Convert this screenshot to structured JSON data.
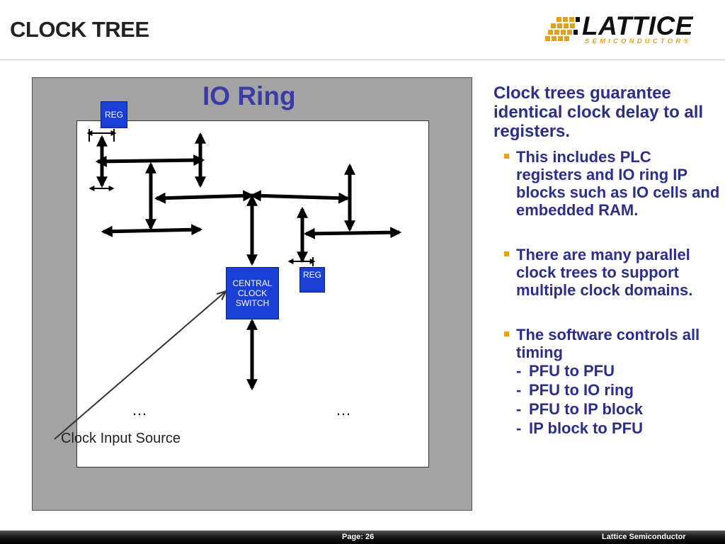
{
  "slide": {
    "title": "CLOCK TREE"
  },
  "logo": {
    "word": "LATTICE",
    "sub": "SEMICONDUCTOR®"
  },
  "diagram": {
    "io_ring_label": "IO Ring",
    "reg_top_label": "REG",
    "reg_right_label": "REG",
    "central_switch_lines": [
      "CENTRAL",
      "CLOCK",
      "SWITCH"
    ],
    "dots_left": "…",
    "dots_right": "…",
    "clock_input_label": "Clock Input Source"
  },
  "panel": {
    "heading": "Clock trees guarantee identical clock delay to all registers.",
    "bullets": [
      "This includes PLC registers and IO ring IP blocks such as IO cells and embedded RAM.",
      "There are many parallel clock trees to support multiple clock domains.",
      "The software controls all timing"
    ],
    "sub_items": [
      "PFU to PFU",
      "PFU to IO ring",
      "PFU to IP block",
      "IP block to PFU"
    ],
    "dash": "-"
  },
  "footer": {
    "page": "Page: 26",
    "company": "Lattice Semiconductor"
  },
  "colors": {
    "accent_text": "#2b2e8a",
    "bullet_square": "#e8a21a",
    "block_blue": "#1a3fd4",
    "ring_gray": "#a3a3a3"
  }
}
